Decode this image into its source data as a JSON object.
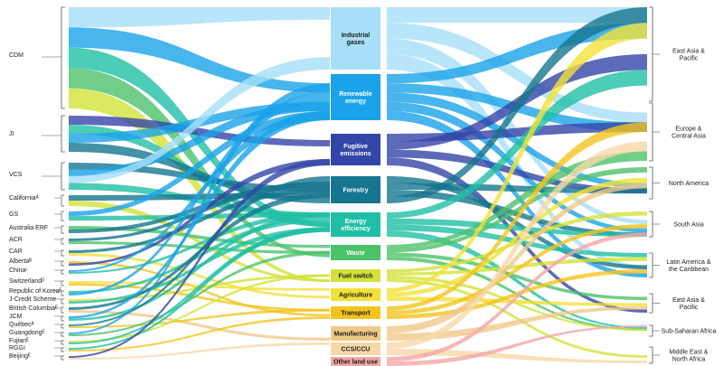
{
  "chart_data": {
    "type": "sankey",
    "left_nodes": [
      "CDM",
      "JI",
      "VCS",
      "Californiaᴬ",
      "GS",
      "Australia ERF",
      "ACR",
      "CAR",
      "Albertaᴮ",
      "Chinaᶜ",
      "Switzerlandᴰ",
      "Republic of Koreaᴱ",
      "J-Credit Scheme",
      "British Columbiaᴱ",
      "JCM",
      "Québecᴬ",
      "Guangdongᴱ",
      "Fujianᴱ",
      "RGGI",
      "Beijingᴱ"
    ],
    "center_nodes": [
      {
        "label": "Industrial gases",
        "color": "#a6dff7"
      },
      {
        "label": "Renewable energy",
        "color": "#1aa3e8"
      },
      {
        "label": "Fugitive emissions",
        "color": "#3345a8"
      },
      {
        "label": "Forestry",
        "color": "#16758f"
      },
      {
        "label": "Energy efficiency",
        "color": "#20bfa5"
      },
      {
        "label": "Waste",
        "color": "#4cc26a"
      },
      {
        "label": "Fuel switch",
        "color": "#d2e23a"
      },
      {
        "label": "Agriculture",
        "color": "#f2e13a"
      },
      {
        "label": "Transport",
        "color": "#f4c41e"
      },
      {
        "label": "Manufacturing",
        "color": "#f0c98a"
      },
      {
        "label": "CCS/CCU",
        "color": "#f7d8a8"
      },
      {
        "label": "Other land use",
        "color": "#f2a6a6"
      }
    ],
    "right_nodes": [
      "East Asia & Pacific",
      "Europe & Central Asia",
      "North America",
      "South Asia",
      "Latin America & the Caribbean",
      "East Asia & Pacific",
      "Sub-Saharan Africa",
      "Middle East & North Africa"
    ]
  }
}
